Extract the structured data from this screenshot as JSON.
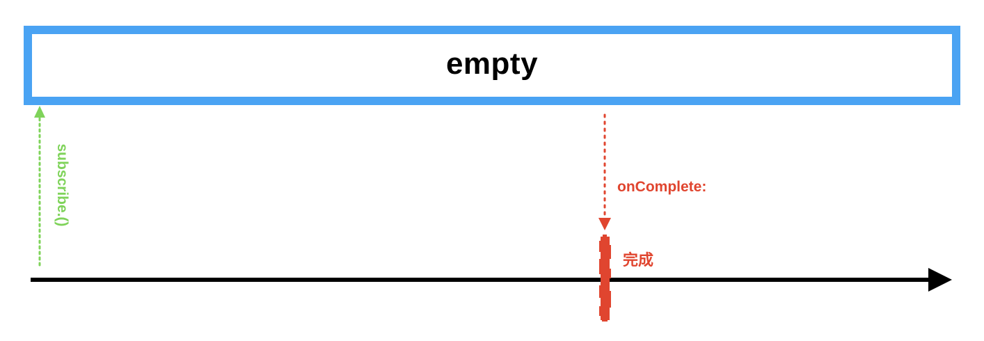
{
  "operator": {
    "label": "empty"
  },
  "subscribe": {
    "label": "subscribe.()"
  },
  "events": {
    "on_complete_label": "onComplete:",
    "complete_text": "完成"
  },
  "colors": {
    "operator_border": "#4aa3f3",
    "subscribe": "#7fd35a",
    "complete": "#e0452f",
    "timeline": "#000000"
  }
}
